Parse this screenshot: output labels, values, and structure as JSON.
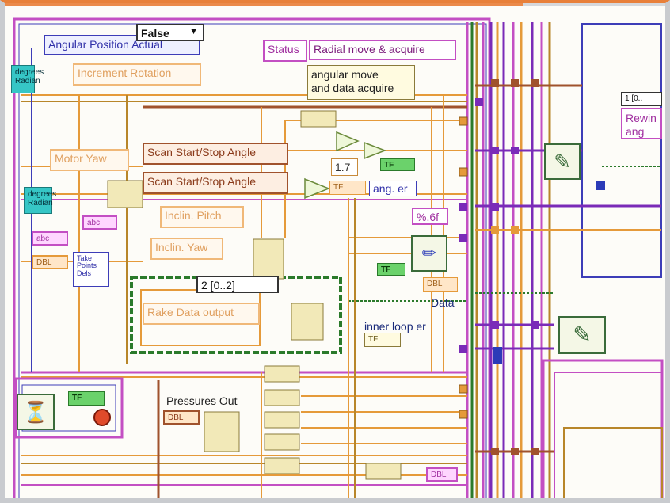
{
  "diagram": {
    "labels": {
      "angular_position_actual": "Angular Position Actual",
      "false_selector": "False",
      "status": "Status",
      "radial_move": "Radial move & acquire",
      "comment": "angular move\nand data acquire",
      "increment_rotation": "Increment Rotation",
      "degree_to_rad": "degrees\nRadian",
      "motor_yaw": "Motor Yaw",
      "scan_start_stop_1": "Scan Start/Stop Angle",
      "scan_start_stop_2": "Scan Start/Stop Angle",
      "const_1_7": "1.7",
      "tf_1": "TF",
      "ang_er": "ang. er",
      "format_string": "%.6f",
      "rewind_case": "1 [0..",
      "rewind_text": "Rewin\nang",
      "incl_pitch": "Inclin. Pitch",
      "incl_yaw": "Inclin. Yaw",
      "degrees_radians_2": "degrees\nRadian",
      "abc": "abc",
      "abc2": "abc",
      "dbl_1": "DBL",
      "take_points": "Take\nPoints\nDels",
      "case_2": "2 [0..2]",
      "rake_data_output": "Rake Data output",
      "data": "Data",
      "inner_loop_er": "inner loop er",
      "tf_2": "TF",
      "tf_3": "TF",
      "pressures_out": "Pressures Out",
      "dbl_2": "DBL",
      "dbl_3": "DBL",
      "tf_4": "TF",
      "tf_5": "TF",
      "dbl_4": "DBL"
    }
  }
}
